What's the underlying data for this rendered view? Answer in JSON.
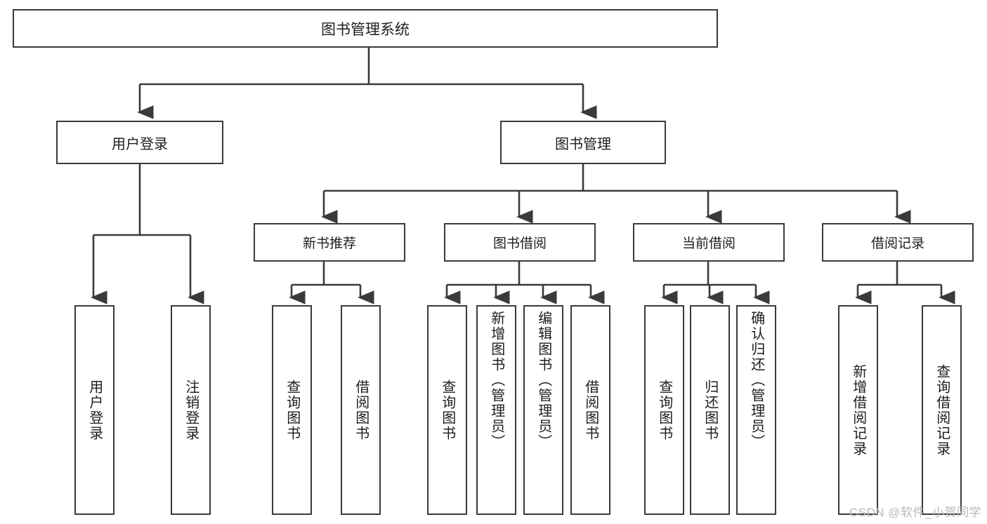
{
  "diagram": {
    "title": "图书管理系统",
    "type": "hierarchy-tree",
    "root": {
      "label": "图书管理系统"
    },
    "level1": [
      {
        "label": "用户登录"
      },
      {
        "label": "图书管理"
      }
    ],
    "level2": [
      {
        "label": "新书推荐"
      },
      {
        "label": "图书借阅"
      },
      {
        "label": "当前借阅"
      },
      {
        "label": "借阅记录"
      }
    ],
    "leaves": {
      "user_login": [
        {
          "label": "用户登录"
        },
        {
          "label": "注销登录"
        }
      ],
      "new_book_recommend": [
        {
          "label": "查询图书"
        },
        {
          "label": "借阅图书"
        }
      ],
      "book_borrow": [
        {
          "label": "查询图书"
        },
        {
          "label": "新增图书（管理员）"
        },
        {
          "label": "编辑图书（管理员）"
        },
        {
          "label": "借阅图书"
        }
      ],
      "current_borrow": [
        {
          "label": "查询图书"
        },
        {
          "label": "归还图书"
        },
        {
          "label": "确认归还（管理员）"
        }
      ],
      "borrow_record": [
        {
          "label": "新增借阅记录"
        },
        {
          "label": "查询借阅记录"
        }
      ]
    }
  },
  "watermark": {
    "text": "CSDN @软件_小贺同学"
  },
  "colors": {
    "border": "#3a3a3a",
    "text": "#1d1d1d",
    "background": "#ffffff",
    "watermark": "#b9b9b9"
  }
}
